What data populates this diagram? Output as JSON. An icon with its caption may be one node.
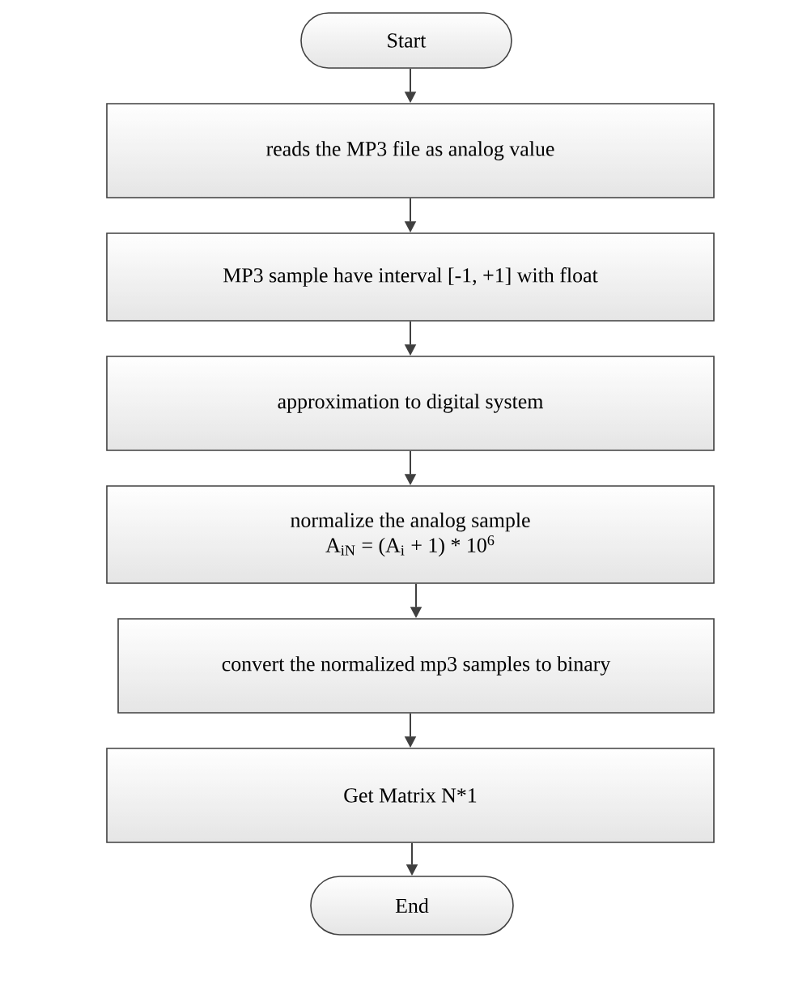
{
  "diagram": {
    "nodes": [
      {
        "text": [
          "Start"
        ]
      },
      {
        "text": [
          "reads the MP3 file as analog value"
        ]
      },
      {
        "text": [
          "MP3 sample have interval  [-1, +1] with float"
        ]
      },
      {
        "text": [
          "approximation to digital system"
        ]
      },
      {
        "text": [
          "normalize the analog sample",
          "A$_{iN}$ = (A$_{i}$ + 1) * 10$^{6}$"
        ]
      },
      {
        "text": [
          "convert the normalized mp3 samples to binary"
        ]
      },
      {
        "text": [
          "Get Matrix N*1"
        ]
      },
      {
        "text": [
          "End"
        ]
      }
    ],
    "edges": [
      {
        "from": 0,
        "to": 1,
        "arrow": "to"
      },
      {
        "from": 1,
        "to": 2,
        "arrow": "to"
      },
      {
        "from": 2,
        "to": 3,
        "arrow": "to"
      },
      {
        "from": 3,
        "to": 4,
        "arrow": "to"
      },
      {
        "from": 4,
        "to": 5,
        "arrow": "to"
      },
      {
        "from": 5,
        "to": 6,
        "arrow": "to"
      },
      {
        "from": 6,
        "to": 7,
        "arrow": "to"
      }
    ]
  }
}
